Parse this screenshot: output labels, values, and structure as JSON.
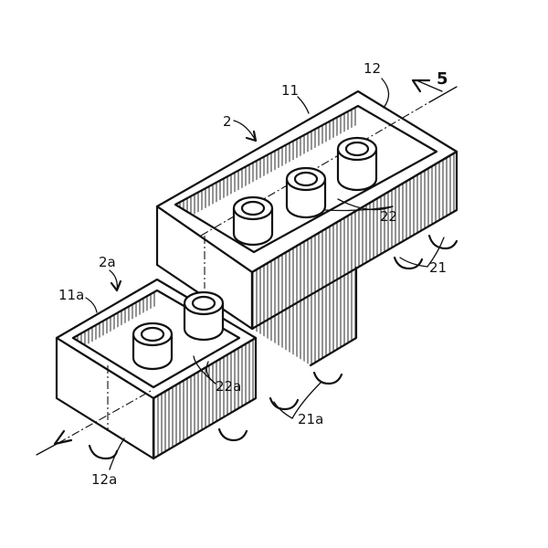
{
  "labels": {
    "brick_upper": "2",
    "wall_upper": "11",
    "end_upper": "12",
    "section_arrow": "5",
    "tubes_upper": "22",
    "feet_upper": "21",
    "brick_lower": "2a",
    "wall_lower": "11a",
    "tubes_lower": "22a",
    "feet_lower": "21a",
    "end_lower": "12a"
  }
}
